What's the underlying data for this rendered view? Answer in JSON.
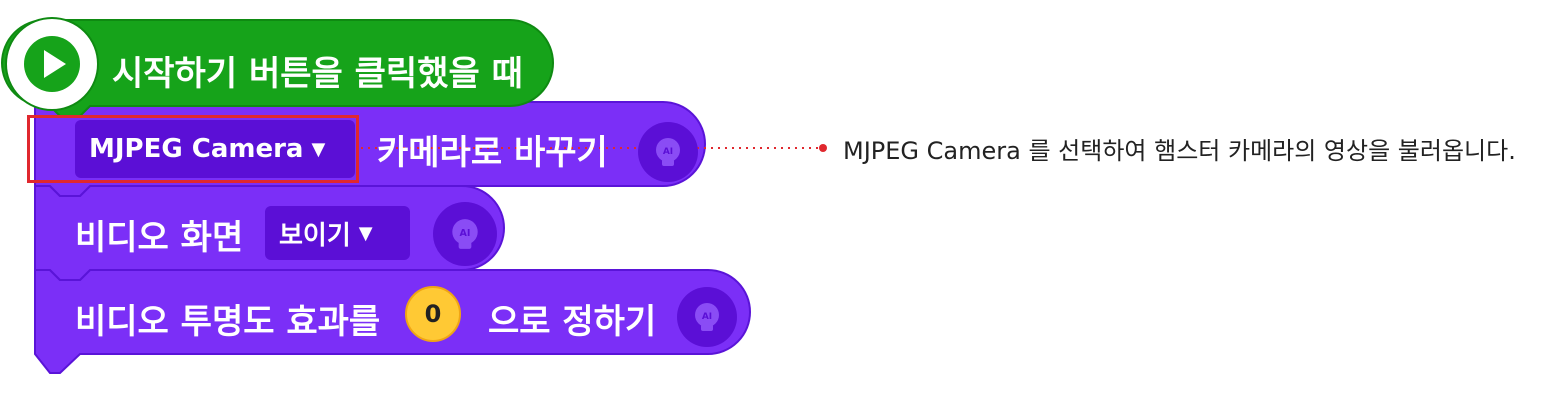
{
  "blocks": {
    "hat": {
      "label": "시작하기 버튼을 클릭했을 때",
      "icon": "play-icon",
      "color": "#16a31a"
    },
    "camera_block": {
      "dropdown_value": "MJPEG Camera",
      "label": "카메라로 바꾸기",
      "icon": "ai-brain-icon"
    },
    "video_block": {
      "label": "비디오 화면",
      "dropdown_value": "보이기",
      "icon": "ai-brain-icon"
    },
    "transparency_block": {
      "label_before": "비디오 투명도 효과를",
      "value": "0",
      "label_after": "으로 정하기",
      "icon": "ai-brain-icon"
    },
    "color": "#7b2ff7",
    "field_color": "#5b0fd6"
  },
  "annotation": {
    "text": "MJPEG Camera 를 선택하여 햄스터 카메라의 영상을 불러옵니다.",
    "highlight_color": "#e0282e"
  }
}
